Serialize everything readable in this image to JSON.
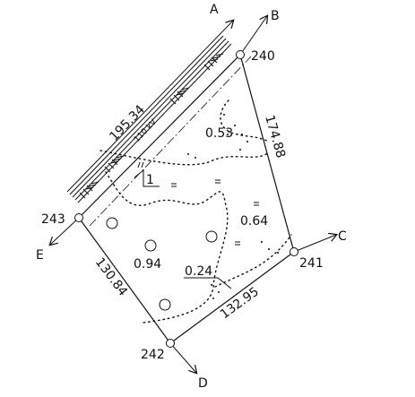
{
  "diagram": {
    "points": {
      "p240": "240",
      "p241": "241",
      "p242": "242",
      "p243": "243"
    },
    "directions": {
      "a": "A",
      "b": "B",
      "c": "C",
      "d": "D",
      "e": "E"
    },
    "dimensions": {
      "top": "195.34",
      "right": "174.88",
      "bottom": "132.95",
      "left": "130.84"
    },
    "powerline_label": "110 kV",
    "parcel_values": {
      "v1": "0.53",
      "v2": "0.64",
      "v3": "0.94",
      "v4": "0.24"
    },
    "slope_label": "1"
  }
}
